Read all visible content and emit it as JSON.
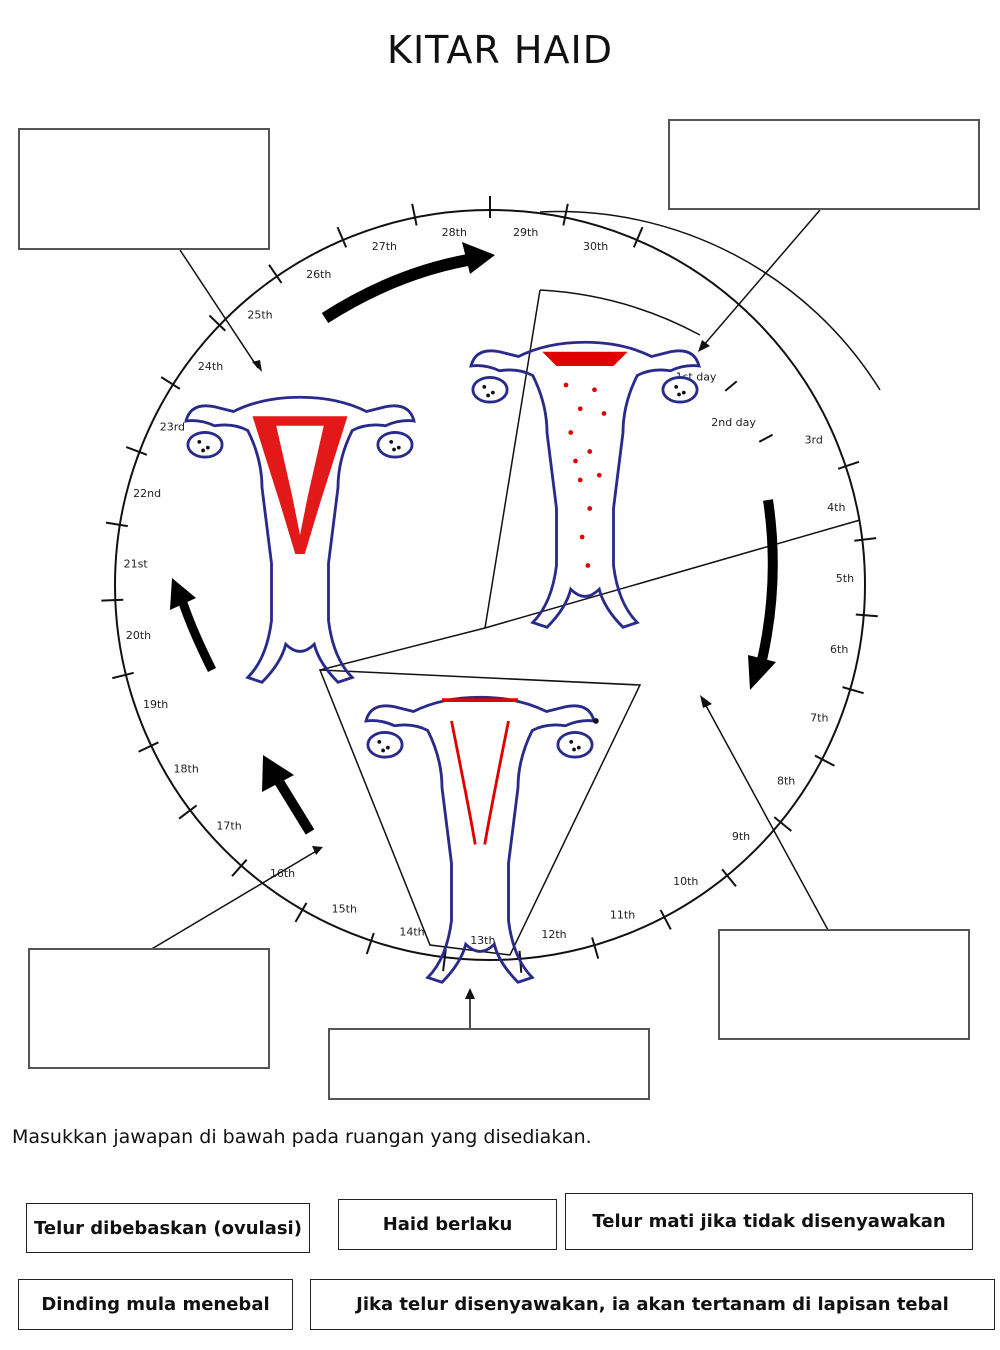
{
  "title": "KITAR HAID",
  "instruction": "Masukkan jawapan di bawah pada ruangan yang disediakan.",
  "day_labels": [
    "1st day",
    "2nd day",
    "3rd",
    "4th",
    "5th",
    "6th",
    "7th",
    "8th",
    "9th",
    "10th",
    "11th",
    "12th",
    "13th",
    "14th",
    "15th",
    "16th",
    "17th",
    "18th",
    "19th",
    "20th",
    "21st",
    "22nd",
    "23rd",
    "24th",
    "25th",
    "26th",
    "27th",
    "28th",
    "29th",
    "30th"
  ],
  "answer_options": [
    "Telur dibebaskan (ovulasi)",
    "Haid berlaku",
    "Telur mati jika tidak disenyawakan",
    "Dinding mula menebal",
    "Jika telur disenyawakan, ia akan tertanam di lapisan tebal"
  ],
  "colors": {
    "uterus_outline": "#2a2a8a",
    "lining": "#e00000",
    "arrow": "#000000"
  }
}
